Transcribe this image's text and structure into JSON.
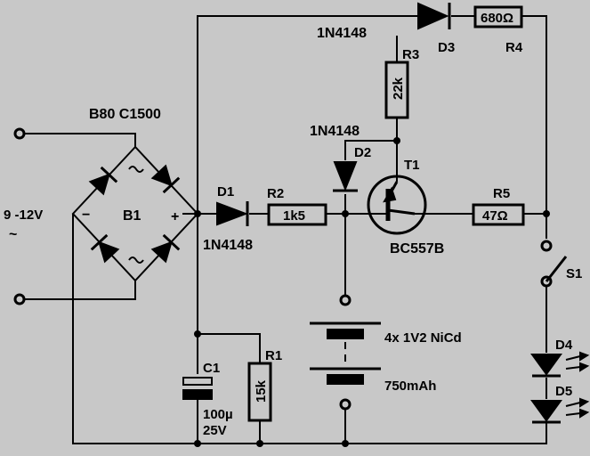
{
  "labels": {
    "bridge_type": "B80 C1500",
    "bridge_ref": "B1",
    "bridge_minus": "−",
    "bridge_plus": "+",
    "input_voltage": "9 -12V",
    "ac_symbol": "~",
    "d1_ref": "D1",
    "d1_part": "1N4148",
    "d2_ref": "D2",
    "d2_part": "1N4148",
    "d3_ref": "D3",
    "d3_part": "1N4148",
    "r1_ref": "R1",
    "r1_value": "15k",
    "r2_ref": "R2",
    "r2_value": "1k5",
    "r3_ref": "R3",
    "r3_value": "22k",
    "r4_ref": "R4",
    "r4_value": "680Ω",
    "r5_ref": "R5",
    "r5_value": "47Ω",
    "t1_ref": "T1",
    "t1_part": "BC557B",
    "c1_ref": "C1",
    "c1_cap": "100µ",
    "c1_volt": "25V",
    "battery_cells": "4x 1V2 NiCd",
    "battery_cap": "750mAh",
    "s1_ref": "S1",
    "d4_ref": "D4",
    "d5_ref": "D5"
  },
  "colors": {
    "background": "#c8c8c8",
    "ink": "#000000"
  }
}
